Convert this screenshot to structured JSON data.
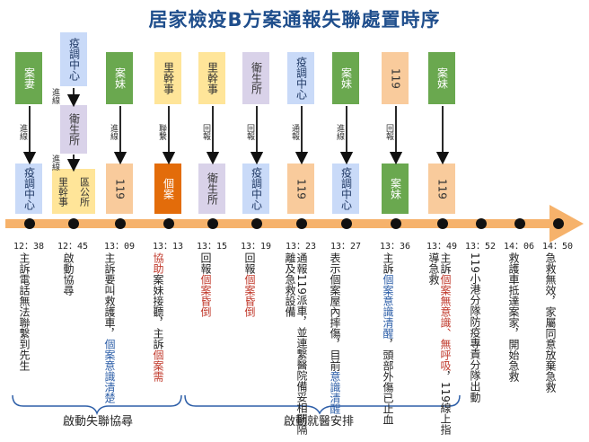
{
  "title": "居家檢疫B方案通報失聯處置時序",
  "colors": {
    "axis": "#f6b26b",
    "green": "#6aa84f",
    "blue": "#c9daf8",
    "yellow": "#ffe599",
    "purple": "#d9d2e9",
    "peach": "#f9cb9c",
    "orange": "#e36c0a",
    "highlight": "#c0392b",
    "blue_text": "#2e5fa8"
  },
  "steps": [
    {
      "time": "12：38",
      "from": "案妻",
      "arrow_label": "進線",
      "to": "疫調中心",
      "desc": [
        {
          "t": "主訴電話無法聯繫到先生"
        }
      ]
    },
    {
      "time": "12：45",
      "from": "疫調中心",
      "arrow_label": "進線",
      "mid": "衛生所",
      "mid_label": "進線",
      "to_a": "里幹事",
      "to_b": "區公所",
      "desc": [
        {
          "t": "啟動協尋"
        }
      ]
    },
    {
      "time": "13：09",
      "from": "案妹",
      "arrow_label": "進線",
      "to": "119",
      "desc": [
        {
          "t": "主訴要叫救護車，"
        },
        {
          "t": "個案意識清楚",
          "c": "hb"
        }
      ]
    },
    {
      "time": "13：13",
      "from": "里幹事",
      "arrow_label": "聯繫",
      "to": "個案",
      "desc": [
        {
          "t": "協助",
          "c": "hl"
        },
        {
          "t": "案妹接聽，主訴"
        },
        {
          "t": "個案需",
          "c": "hl"
        }
      ]
    },
    {
      "time": "13：15",
      "from": "里幹事",
      "arrow_label": "回報",
      "to": "衛生所",
      "desc": [
        {
          "t": "回報"
        },
        {
          "t": "個案昏倒",
          "c": "hl"
        }
      ]
    },
    {
      "time": "13：19",
      "from": "衛生所",
      "arrow_label": "回報",
      "to": "疫調中心",
      "desc": [
        {
          "t": "回報"
        },
        {
          "t": "個案昏倒",
          "c": "hl"
        }
      ]
    },
    {
      "time": "13：23",
      "from": "疫調中心",
      "arrow_label": "通報",
      "to": "119",
      "desc": [
        {
          "t": "通報119派車，並連繫醫院"
        },
        {
          "t": "備妥相關隔離及急救設備"
        }
      ]
    },
    {
      "time": "13：27",
      "from": "案妹",
      "arrow_label": "進線",
      "to": "疫調中心",
      "desc": [
        {
          "t": "表示個案屋內摔傷，目前"
        },
        {
          "t": "意識清醒",
          "c": "hb"
        }
      ]
    },
    {
      "time": "13：36",
      "from": "119",
      "arrow_label": "回報",
      "to": "案妹",
      "desc": [
        {
          "t": "主訴"
        },
        {
          "t": "個案意識清醒",
          "c": "hb"
        },
        {
          "t": "，頭部"
        },
        {
          "t": "外傷已止血"
        }
      ]
    },
    {
      "time": "13：49",
      "from": "案妹",
      "arrow_label": "",
      "to": "119",
      "desc": [
        {
          "t": "主訴"
        },
        {
          "t": "個案無意識、無呼吸",
          "c": "hl"
        },
        {
          "t": "，"
        },
        {
          "t": "119線上指導急救"
        }
      ]
    },
    {
      "time": "13：52",
      "desc": [
        {
          "t": "119小港分隊防疫專責分隊"
        },
        {
          "t": "出動"
        }
      ]
    },
    {
      "time": "14：06",
      "desc": [
        {
          "t": "救護車抵達案家，開始急救"
        }
      ]
    },
    {
      "time": "14：50",
      "desc": [
        {
          "t": "急救無效，家屬同意放棄急救"
        }
      ]
    }
  ],
  "phases": [
    {
      "label": "啟動失聯協尋"
    },
    {
      "label": "啟動就醫安排"
    }
  ]
}
